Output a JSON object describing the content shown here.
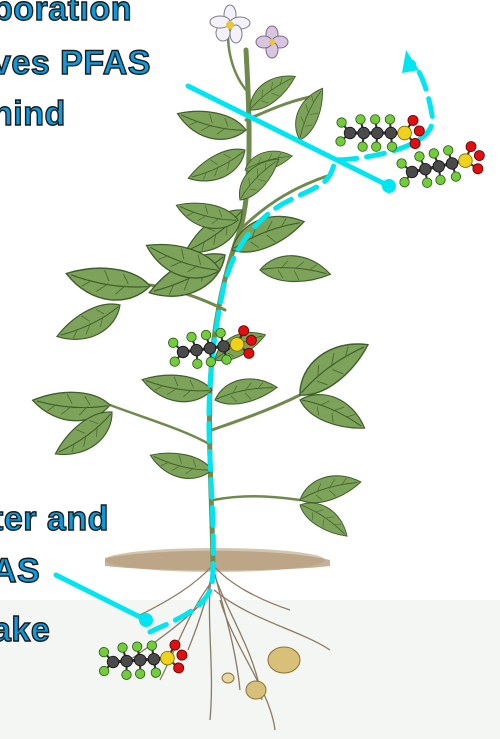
{
  "labels": {
    "top": [
      "poration",
      "ves PFAS",
      "hind"
    ],
    "bottom": [
      "ter and",
      "AS",
      "ake"
    ]
  },
  "colors": {
    "accent": "#00e5f2",
    "text": "#0a9be0",
    "leaf": "#7da35a",
    "carbon": "#4a4a4a",
    "fluorine": "#72cc3c",
    "oxygen": "#e01010",
    "sulfur": "#f0d21c"
  },
  "icons": [
    "pfas-molecule-icon",
    "flower-icon",
    "leaf-icon",
    "root-icon",
    "tuber-icon"
  ]
}
